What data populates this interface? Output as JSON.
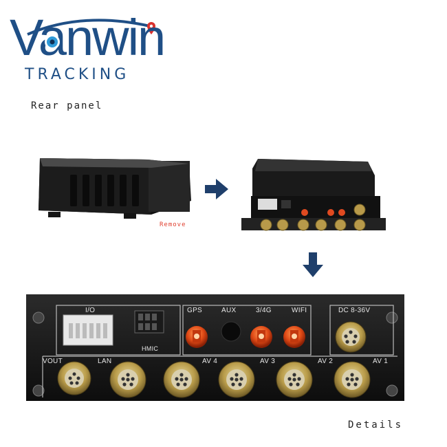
{
  "logo": {
    "word": "Vanwin",
    "sub": "TRACKING",
    "colors": {
      "primary": "#1f4f86",
      "pin": "#d9322e",
      "eye": "#2f9ad8"
    }
  },
  "captions": {
    "rear_panel": "Rear panel",
    "remove": "Remove",
    "details": "Details"
  },
  "panel": {
    "labels": {
      "io": "I/O",
      "hmic": "HMIC",
      "gps": "GPS",
      "aux": "AUX",
      "g34": "3/4G",
      "wifi": "WIFI",
      "dc": "DC 8-36V",
      "vout": "VOUT",
      "lan": "LAN",
      "av4": "AV 4",
      "av3": "AV 3",
      "av2": "AV 2",
      "av1": "AV 1"
    }
  },
  "icons": {
    "arrow_right": "arrow-right-icon",
    "arrow_down": "arrow-down-icon"
  }
}
